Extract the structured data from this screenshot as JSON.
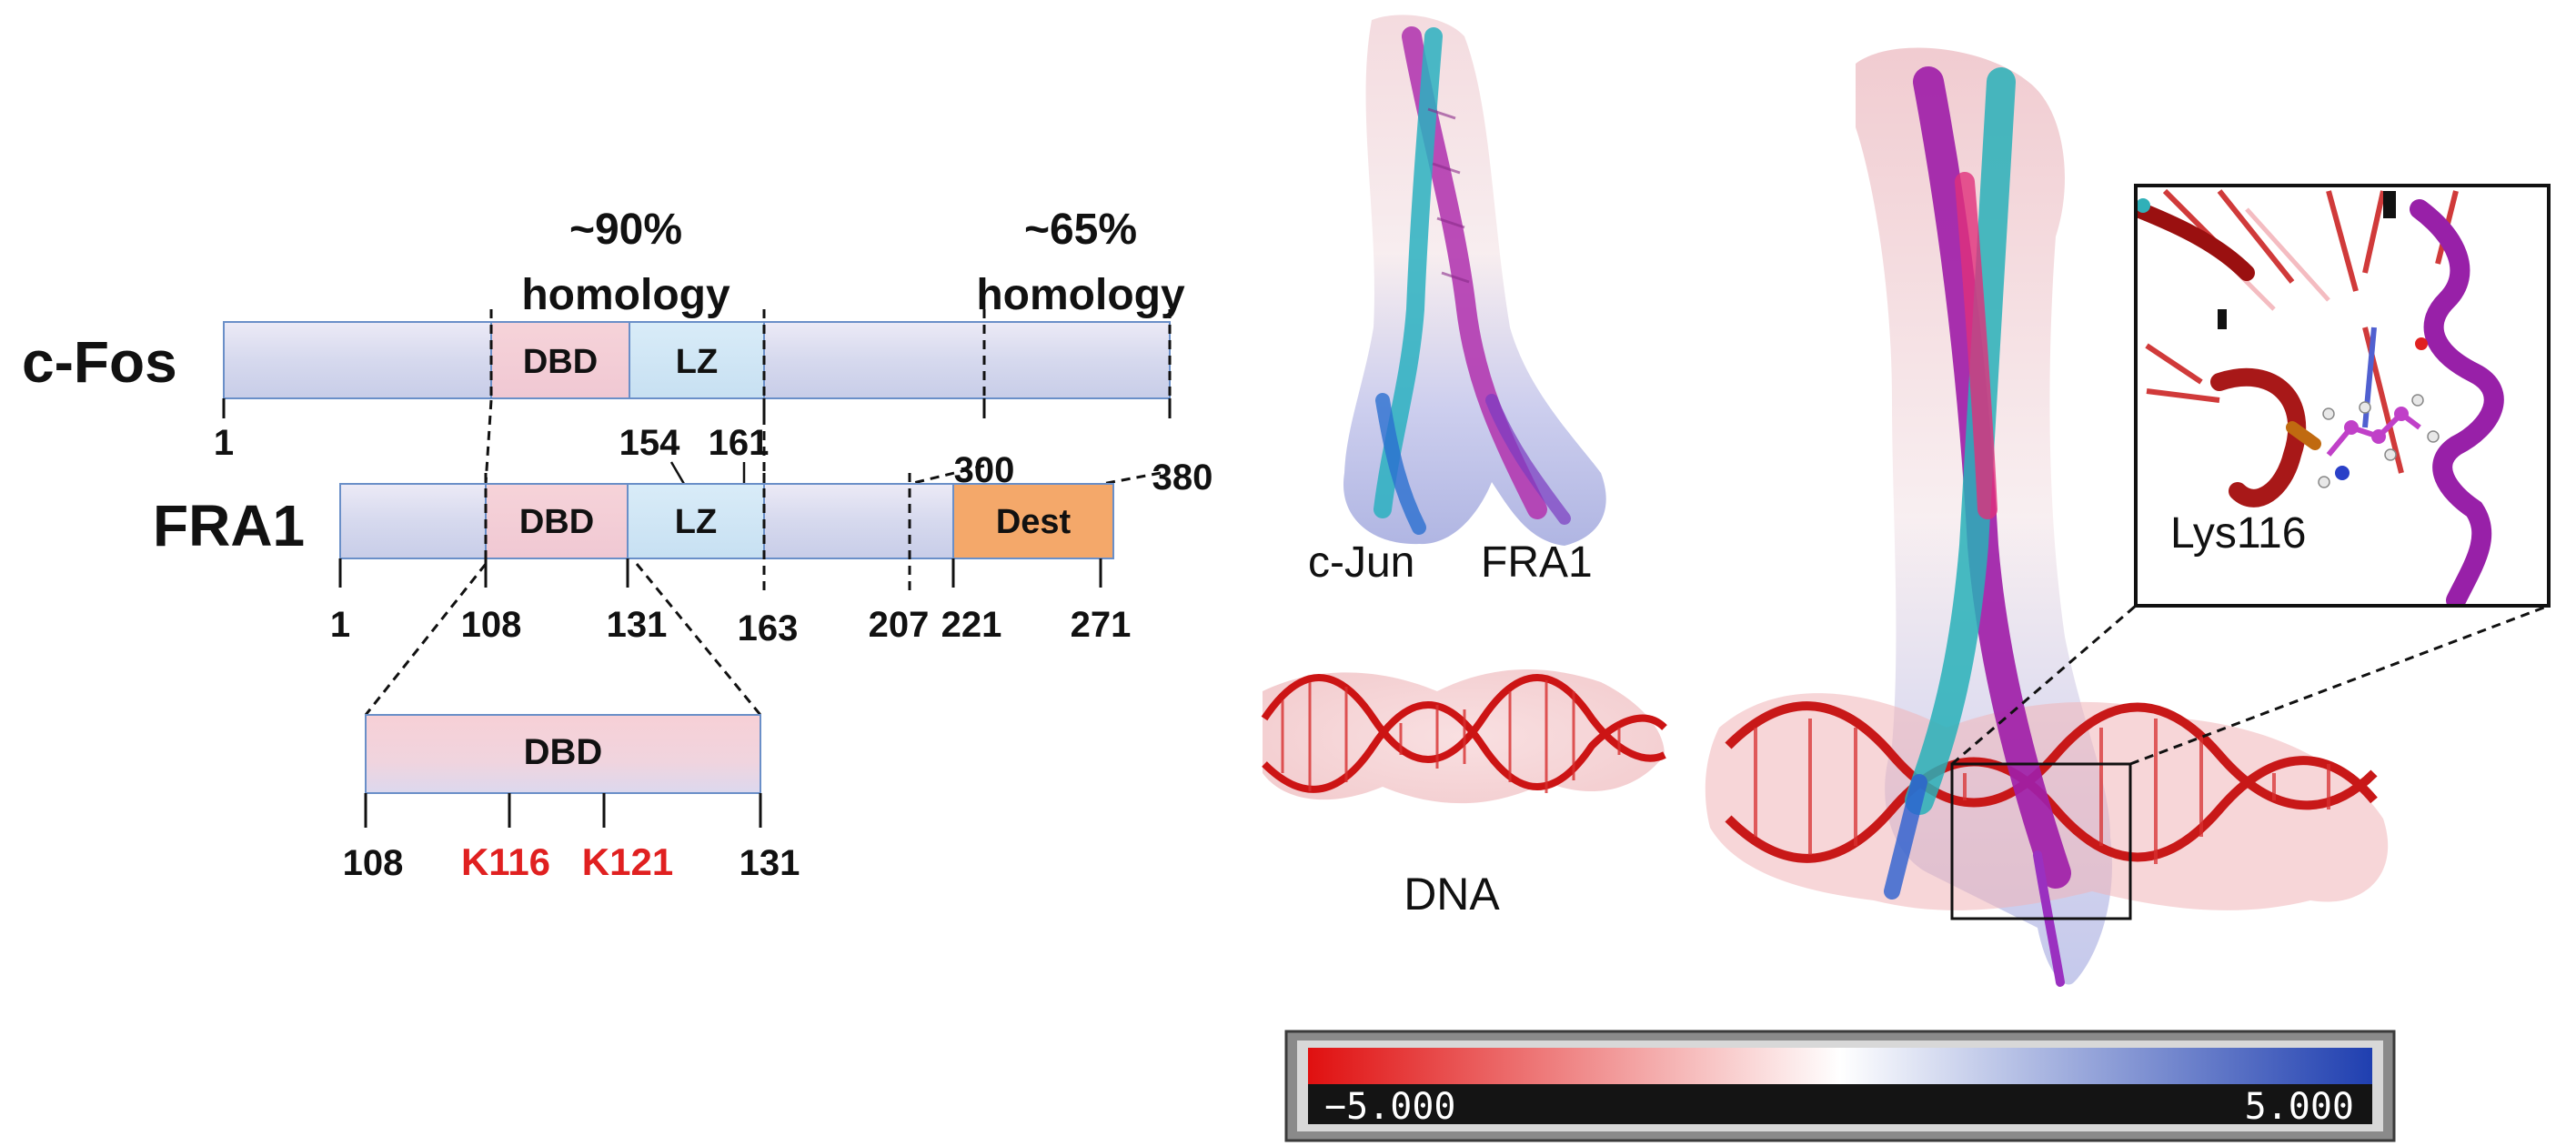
{
  "domains": {
    "homology_left": [
      "~90%",
      "homology"
    ],
    "homology_right": [
      "~65%",
      "homology"
    ],
    "cfos": {
      "name": "c-Fos",
      "dbd": "DBD",
      "lz": "LZ",
      "pos_start": "1",
      "pos_154": "154",
      "pos_161": "161",
      "pos_300": "300",
      "pos_380": "380"
    },
    "fra1": {
      "name": "FRA1",
      "dbd": "DBD",
      "lz": "LZ",
      "dest": "Dest",
      "pos_1": "1",
      "pos_108": "108",
      "pos_131": "131",
      "pos_163": "163",
      "pos_207": "207",
      "pos_221": "221",
      "pos_271": "271"
    },
    "dbd_zoom": {
      "label": "DBD",
      "start": "108",
      "k116": "K116",
      "k121": "K121",
      "end": "131"
    }
  },
  "structures": {
    "dimer_label_left": "c-Jun",
    "dimer_label_right": "FRA1",
    "dna_label": "DNA",
    "inset_label": "Lys116"
  },
  "colorbar": {
    "min": "−5.000",
    "max": "5.000",
    "colors": {
      "negative": "#e01010",
      "neutral": "#ffffff",
      "positive": "#1f3fb0"
    }
  },
  "colors": {
    "bar_fill": "#dadcef",
    "dbd_fill": "#f3ccd6",
    "lz_fill": "#cfe4f4",
    "dest_fill": "#f4a86a",
    "outline": "#6a8fc8",
    "highlight_red": "#e02020"
  }
}
